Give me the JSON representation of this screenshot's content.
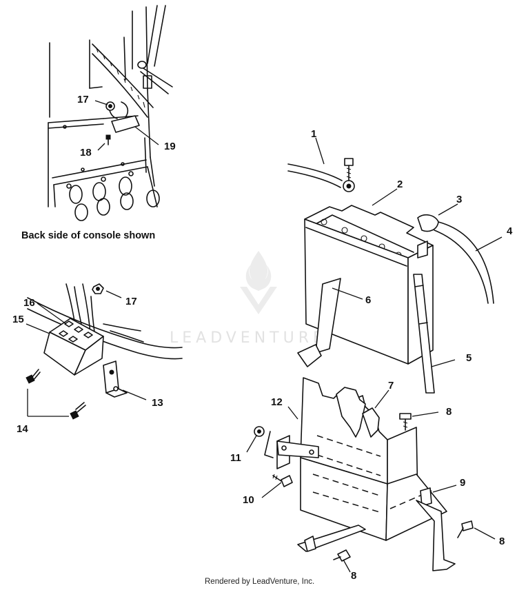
{
  "diagram": {
    "caption": "Back side of console shown",
    "footer": "Rendered by LeadVenture, Inc.",
    "watermark": "LEADVENTURE",
    "callouts": {
      "c1": "1",
      "c2": "2",
      "c3": "3",
      "c4": "4",
      "c5": "5",
      "c6": "6",
      "c7": "7",
      "c8a": "8",
      "c8b": "8",
      "c8c": "8",
      "c9": "9",
      "c10": "10",
      "c11": "11",
      "c12": "12",
      "c13": "13",
      "c14": "14",
      "c15": "15",
      "c16": "16",
      "c17a": "17",
      "c17b": "17",
      "c18": "18",
      "c19": "19"
    }
  }
}
